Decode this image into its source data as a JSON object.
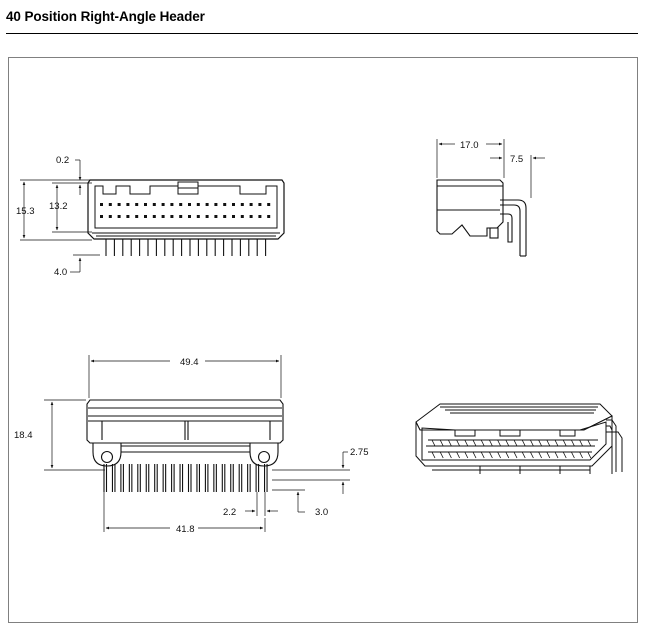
{
  "title": "40 Position Right-Angle Header",
  "dimensions": {
    "front_top_gap": "0.2",
    "front_overall_height": "15.3",
    "front_body_height": "13.2",
    "front_pin_length": "4.0",
    "side_depth": "17.0",
    "side_pin_offset": "7.5",
    "bottom_overall_width": "49.4",
    "bottom_height": "18.4",
    "bottom_pin_offset": "2.75",
    "bottom_pitch": "2.2",
    "bottom_row_offset": "3.0",
    "bottom_pin_span": "41.8"
  },
  "colors": {
    "line": "#111111",
    "frame": "#808080",
    "rule": "#000000"
  }
}
